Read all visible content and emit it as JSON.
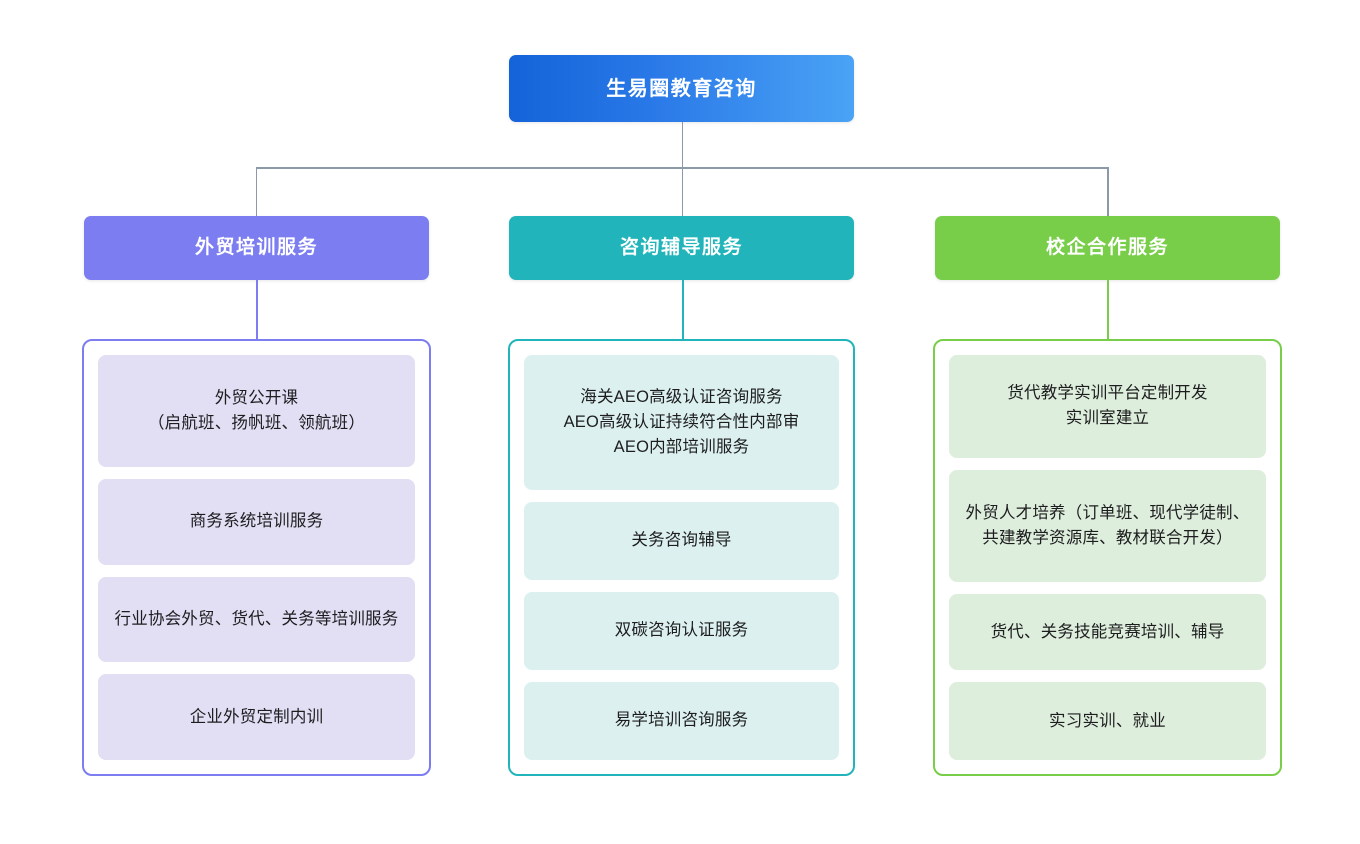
{
  "diagram": {
    "type": "organization-chart",
    "orientation": "top-down",
    "levels": 3,
    "background_color": "#ffffff",
    "connector_color": "#8c99a9"
  },
  "root": {
    "label": "生易圈教育咨询",
    "color_start": "#1463d8",
    "color_end": "#4aa3f5",
    "text_color": "#ffffff"
  },
  "columns": [
    {
      "id": "waimao-peixun",
      "header": {
        "label": "外贸培训服务",
        "color": "#7b7df0",
        "text_color": "#ffffff"
      },
      "container_border_color": "#7b7df0",
      "chip_color": "#e2def4",
      "items": [
        {
          "label": "外贸公开课\n（启航班、扬帆班、领航班）"
        },
        {
          "label": "商务系统培训服务"
        },
        {
          "label": "行业协会外贸、货代、关务等培训服务"
        },
        {
          "label": "企业外贸定制内训"
        }
      ]
    },
    {
      "id": "zixun-fudao",
      "header": {
        "label": "咨询辅导服务",
        "color": "#21b5bb",
        "text_color": "#ffffff"
      },
      "container_border_color": "#21b5bb",
      "chip_color": "#dcf0ef",
      "items": [
        {
          "label": "海关AEO高级认证咨询服务\nAEO高级认证持续符合性内部审\nAEO内部培训服务"
        },
        {
          "label": "关务咨询辅导"
        },
        {
          "label": "双碳咨询认证服务"
        },
        {
          "label": "易学培训咨询服务"
        }
      ]
    },
    {
      "id": "xiaoqi-hezuo",
      "header": {
        "label": "校企合作服务",
        "color": "#78ce48",
        "text_color": "#ffffff"
      },
      "container_border_color": "#78ce48",
      "chip_color": "#deeedc",
      "items": [
        {
          "label": "货代教学实训平台定制开发\n实训室建立"
        },
        {
          "label": "外贸人才培养（订单班、现代学徒制、共建教学资源库、教材联合开发）"
        },
        {
          "label": "货代、关务技能竞赛培训、辅导"
        },
        {
          "label": "实习实训、就业"
        }
      ]
    }
  ]
}
